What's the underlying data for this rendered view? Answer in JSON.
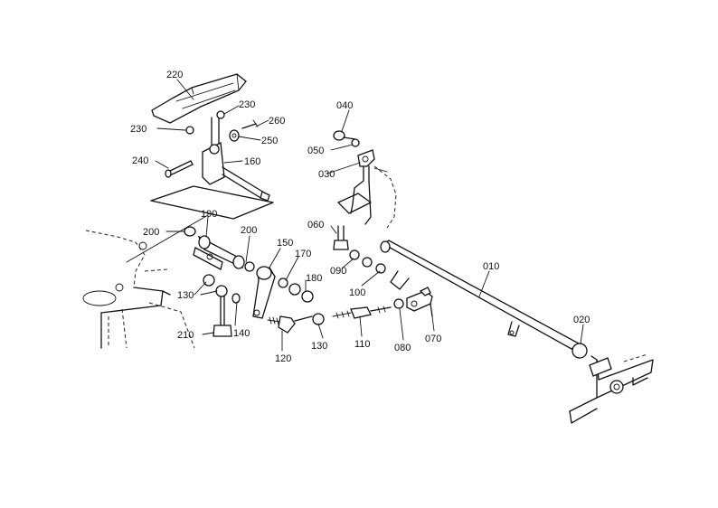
{
  "diagram": {
    "colors": {
      "ink": "#111111",
      "paper": "#ffffff"
    },
    "callouts": {
      "p220": "220",
      "p230a": "230",
      "p230b": "230",
      "p260": "260",
      "p250": "250",
      "p240": "240",
      "p160": "160",
      "p200a": "200",
      "p190": "190",
      "p200b": "200",
      "p150": "150",
      "p170": "170",
      "p180": "180",
      "p130a": "130",
      "p130b": "130",
      "p140": "140",
      "p210": "210",
      "p120": "120",
      "p110": "110",
      "p080": "080",
      "p070": "070",
      "p100": "100",
      "p090": "090",
      "p060": "060",
      "p040": "040",
      "p050": "050",
      "p030": "030",
      "p010": "010",
      "p020": "020"
    }
  }
}
